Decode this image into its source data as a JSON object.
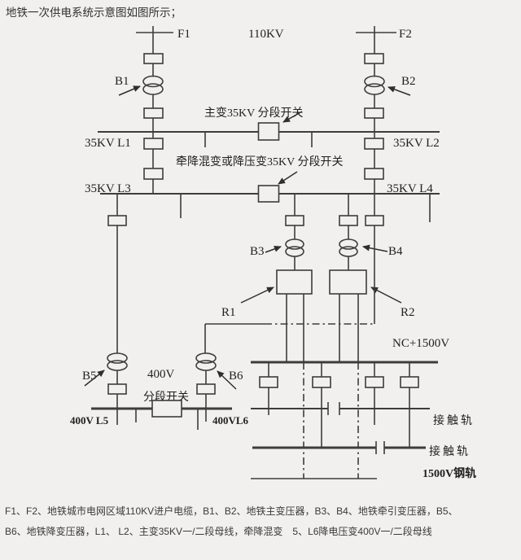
{
  "title": "地铁一次供电系统示意图如图所示；",
  "feeders": {
    "f1": "F1",
    "f2": "F2",
    "voltage": "110KV"
  },
  "transformers": {
    "b1": "B1",
    "b2": "B2",
    "b3": "B3",
    "b4": "B4",
    "b5": "B5",
    "b6": "B6"
  },
  "rectifiers": {
    "r1": "R1",
    "r2": "R2"
  },
  "buses": {
    "l1": "35KV L1",
    "l2": "35KV L2",
    "l3": "35KV L3",
    "l4": "35KV L4",
    "l5": "400V L5",
    "l6": "400VL6",
    "dc": "NC+1500V"
  },
  "switches": {
    "main_35kv": "主变35KV 分段开关",
    "traction_35kv": "牵降混变或降压变35KV 分段开关",
    "lv_voltage": "400V",
    "lv_section": "分段开关"
  },
  "rails": {
    "contact_1": "接触轨",
    "contact_2": "接触轨",
    "steel": "1500V钢轨"
  },
  "caption": {
    "line1": "F1、F2、地铁城市电网区域110KV进户电缆，B1、B2、地铁主变压器，B3、B4、地铁牵引变压器，B5、",
    "line2": "B6、地铁降变压器，L1、 L2、主变35KV一/二段母线，牵降混变　5、L6降电压变400V一/二段母线"
  },
  "colors": {
    "background": "#f1f0ee",
    "line": "#3d3d3d",
    "text": "#1f1f1f"
  }
}
